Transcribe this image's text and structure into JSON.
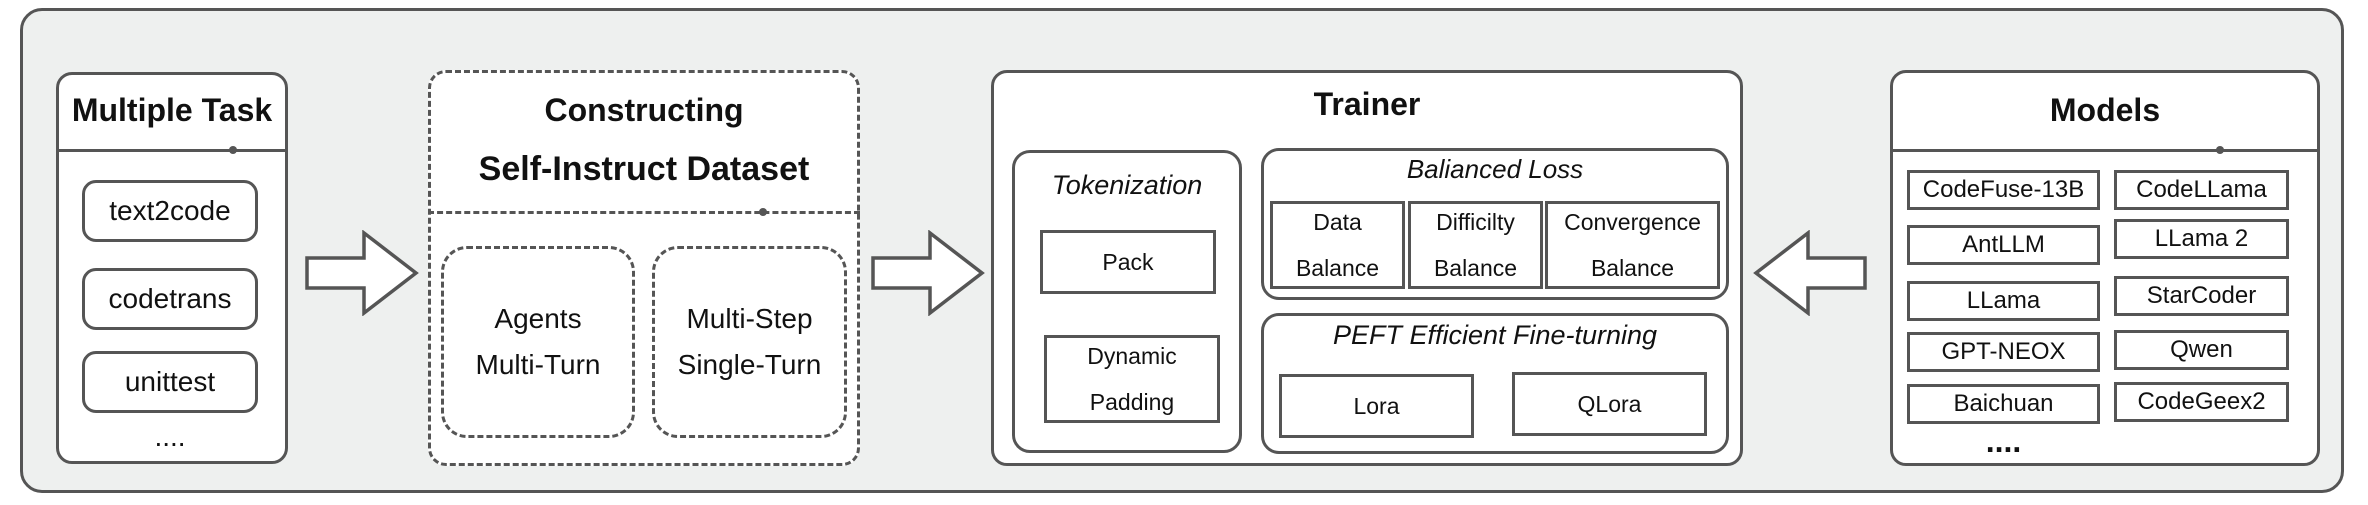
{
  "multiple_task": {
    "title": "Multiple Task",
    "items": [
      "text2code",
      "codetrans",
      "unittest"
    ],
    "more": "...."
  },
  "dataset": {
    "title_line1": "Constructing",
    "title_line2": "Self-Instruct Dataset",
    "agents": {
      "line1": "Agents",
      "line2": "Multi-Turn"
    },
    "multistep": {
      "line1": "Multi-Step",
      "line2": "Single-Turn"
    }
  },
  "trainer": {
    "title": "Trainer",
    "tokenization": {
      "title": "Tokenization",
      "pack": "Pack",
      "dynamic_padding": {
        "line1": "Dynamic",
        "line2": "Padding"
      }
    },
    "balanced_loss": {
      "title": "Balianced Loss",
      "data_balance": {
        "line1": "Data",
        "line2": "Balance"
      },
      "difficulty_balance": {
        "line1": "Difficilty",
        "line2": "Balance"
      },
      "convergence_balance": {
        "line1": "Convergence",
        "line2": "Balance"
      }
    },
    "peft": {
      "title": "PEFT Efficient Fine-turning",
      "lora": "Lora",
      "qlora": "QLora"
    }
  },
  "models": {
    "title": "Models",
    "left_column": [
      "CodeFuse-13B",
      "AntLLM",
      "LLama",
      "GPT-NEOX",
      "Baichuan"
    ],
    "right_column": [
      "CodeLLama",
      "LLama 2",
      "StarCoder",
      "Qwen",
      "CodeGeex2"
    ],
    "more": "...."
  },
  "colors": {
    "border": "#555555",
    "panel_background": "#eef0ef",
    "box_background": "#ffffff"
  }
}
